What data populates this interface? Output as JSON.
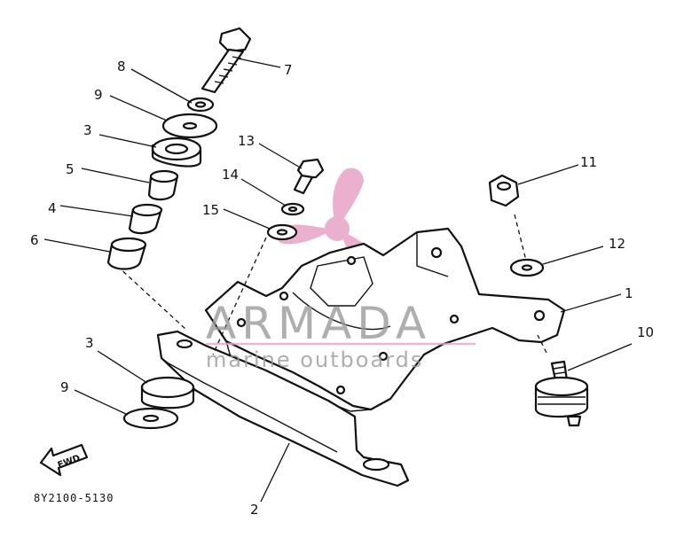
{
  "diagram": {
    "drawing_code": "8Y2100-5130",
    "direction_label": "FWD",
    "callouts": [
      {
        "id": "c1",
        "label": "1"
      },
      {
        "id": "c2",
        "label": "2"
      },
      {
        "id": "c3a",
        "label": "3"
      },
      {
        "id": "c3b",
        "label": "3"
      },
      {
        "id": "c4",
        "label": "4"
      },
      {
        "id": "c5",
        "label": "5"
      },
      {
        "id": "c6",
        "label": "6"
      },
      {
        "id": "c7",
        "label": "7"
      },
      {
        "id": "c8",
        "label": "8"
      },
      {
        "id": "c9a",
        "label": "9"
      },
      {
        "id": "c9b",
        "label": "9"
      },
      {
        "id": "c10",
        "label": "10"
      },
      {
        "id": "c11",
        "label": "11"
      },
      {
        "id": "c12",
        "label": "12"
      },
      {
        "id": "c13",
        "label": "13"
      },
      {
        "id": "c14",
        "label": "14"
      },
      {
        "id": "c15",
        "label": "15"
      }
    ]
  },
  "watermark": {
    "brand": "ARMADA",
    "tagline": "marine outboards",
    "logo_color": "#e8a3c6",
    "text_color": "#9a9a9a"
  }
}
